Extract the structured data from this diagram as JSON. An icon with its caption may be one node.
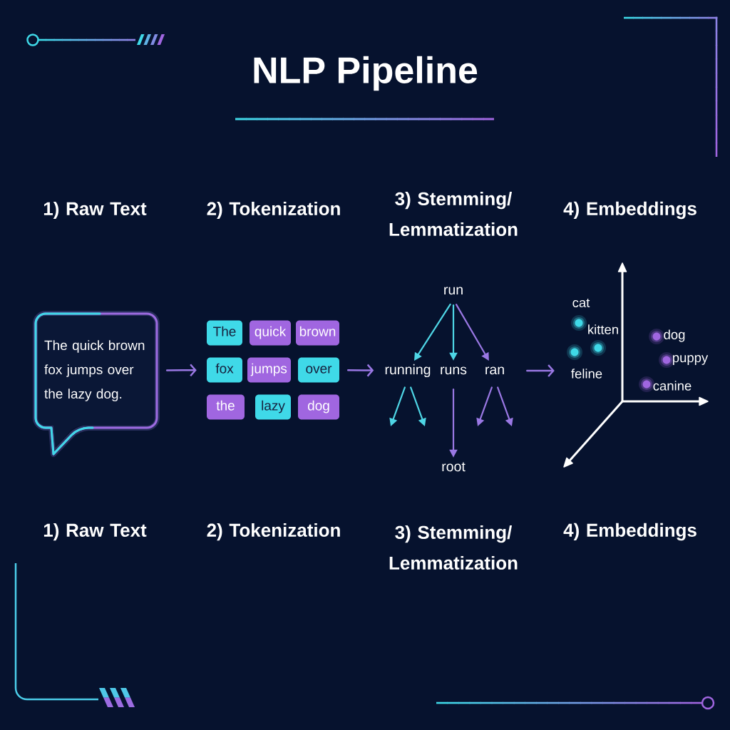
{
  "diagram": {
    "title": "NLP Pipeline",
    "nodes": [
      {
        "text": [
          "The quick brown fox jumps over the lazy dog."
        ]
      },
      {
        "text": [
          "The"
        ]
      },
      {
        "text": [
          "quick"
        ]
      },
      {
        "text": [
          "brown"
        ]
      },
      {
        "text": [
          "fox"
        ]
      },
      {
        "text": [
          "jumps"
        ]
      },
      {
        "text": [
          "over"
        ]
      },
      {
        "text": [
          "the"
        ]
      },
      {
        "text": [
          "lazy"
        ]
      },
      {
        "text": [
          "dog"
        ]
      },
      {
        "text": [
          "run"
        ]
      },
      {
        "text": [
          "running"
        ]
      },
      {
        "text": [
          "runs"
        ]
      },
      {
        "text": [
          "ran"
        ]
      },
      {
        "text": [
          "root"
        ]
      },
      {
        "text": [],
        "shape": "picture"
      }
    ],
    "edges": [
      {
        "from": 0,
        "to": 4,
        "arrow": "to"
      },
      {
        "from": 6,
        "to": 11,
        "arrow": "to"
      },
      {
        "from": 13,
        "to": 15,
        "arrow": "to"
      },
      {
        "from": 10,
        "to": 11,
        "arrow": "to",
        "color": "#4fd6e6"
      },
      {
        "from": 10,
        "to": 12,
        "arrow": "to",
        "color": "#4fd6e6"
      },
      {
        "from": 10,
        "to": 13,
        "arrow": "to"
      },
      {
        "from": 11,
        "to": null,
        "arrow": "to",
        "color": "#4fd6e6"
      },
      {
        "from": 11,
        "to": null,
        "arrow": "to",
        "color": "#4fd6e6"
      },
      {
        "from": 12,
        "to": 14,
        "arrow": "to"
      },
      {
        "from": 13,
        "to": null,
        "arrow": "to"
      },
      {
        "from": 13,
        "to": null,
        "arrow": "to"
      }
    ],
    "labels": [
      "1) Raw Text",
      "2) Tokenization",
      "3) Stemming/ Lemmatization",
      "4) Embeddings",
      "cat",
      "kitten",
      "dog",
      "puppy",
      "feline",
      "canine",
      "1) Raw Text",
      "2) Tokenization",
      "3) Stemming/ Lemmatization",
      "4) Embeddings"
    ]
  }
}
